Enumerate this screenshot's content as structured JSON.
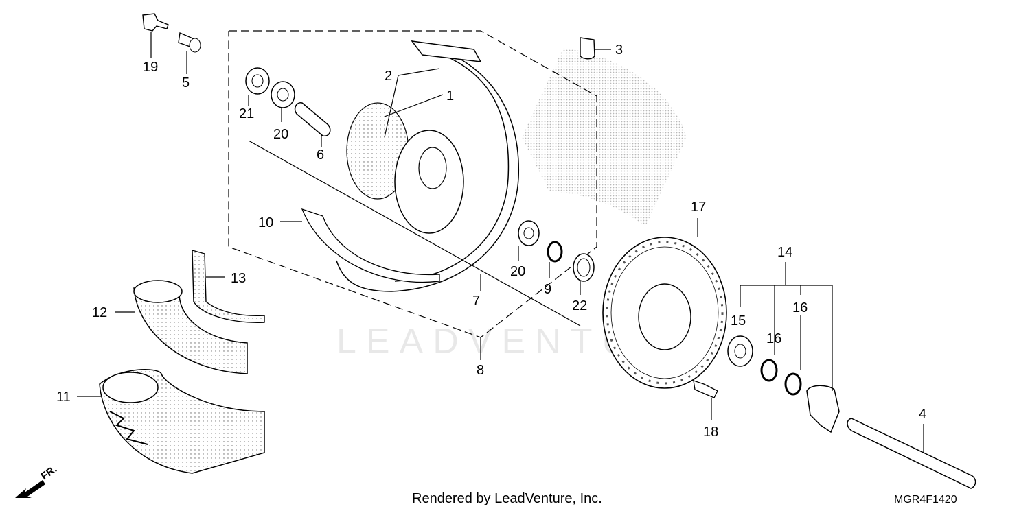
{
  "diagram": {
    "watermark": "LEADVENTURE",
    "credit": "Rendered by LeadVenture, Inc.",
    "drawing_code": "MGR4F1420",
    "direction_label": "FR.",
    "callouts": [
      "1",
      "2",
      "3",
      "4",
      "5",
      "6",
      "7",
      "8",
      "9",
      "10",
      "11",
      "12",
      "13",
      "14",
      "15",
      "16",
      "16",
      "17",
      "18",
      "19",
      "20",
      "20",
      "21",
      "22"
    ]
  }
}
